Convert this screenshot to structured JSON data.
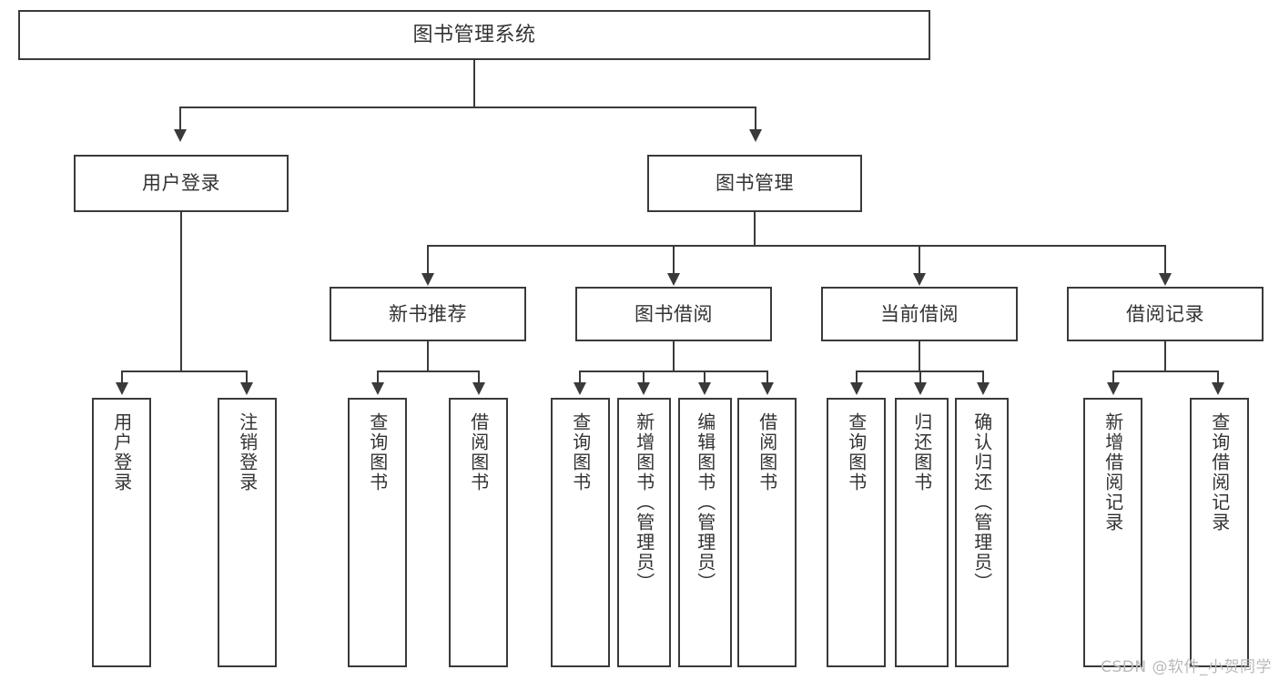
{
  "diagram": {
    "title": "图书管理系统",
    "type": "functional-structure-tree",
    "root": {
      "label": "图书管理系统",
      "children": [
        {
          "label": "用户登录",
          "children": [
            {
              "label": "用户登录"
            },
            {
              "label": "注销登录"
            }
          ]
        },
        {
          "label": "图书管理",
          "children": [
            {
              "label": "新书推荐",
              "children": [
                {
                  "label": "查询图书"
                },
                {
                  "label": "借阅图书"
                }
              ]
            },
            {
              "label": "图书借阅",
              "children": [
                {
                  "label": "查询图书"
                },
                {
                  "label": "新增图书（管理员）"
                },
                {
                  "label": "编辑图书（管理员）"
                },
                {
                  "label": "借阅图书"
                }
              ]
            },
            {
              "label": "当前借阅",
              "children": [
                {
                  "label": "查询图书"
                },
                {
                  "label": "归还图书"
                },
                {
                  "label": "确认归还（管理员）"
                }
              ]
            },
            {
              "label": "借阅记录",
              "children": [
                {
                  "label": "新增借阅记录"
                },
                {
                  "label": "查询借阅记录"
                }
              ]
            }
          ]
        }
      ]
    },
    "nodes": {
      "root": "图书管理系统",
      "user_login": "用户登录",
      "book_manage": "图书管理",
      "new_book_rec": "新书推荐",
      "book_borrow": "图书借阅",
      "current_borrow": "当前借阅",
      "borrow_record": "借阅记录",
      "leaf_user_login": "用户登录",
      "leaf_logout": "注销登录",
      "leaf_rec_query": "查询图书",
      "leaf_rec_borrow": "借阅图书",
      "leaf_bb_query": "查询图书",
      "leaf_bb_add": "新增图书（管理员）",
      "leaf_bb_edit": "编辑图书（管理员）",
      "leaf_bb_borrow": "借阅图书",
      "leaf_cb_query": "查询图书",
      "leaf_cb_return": "归还图书",
      "leaf_cb_confirm": "确认归还（管理员）",
      "leaf_br_add": "新增借阅记录",
      "leaf_br_query": "查询借阅记录"
    },
    "colors": {
      "stroke": "#3a3a3a",
      "fill": "#ffffff",
      "text": "#333333",
      "watermark": "#b9b9b9"
    }
  },
  "watermark": {
    "text": "CSDN @软件_小贺同学"
  }
}
